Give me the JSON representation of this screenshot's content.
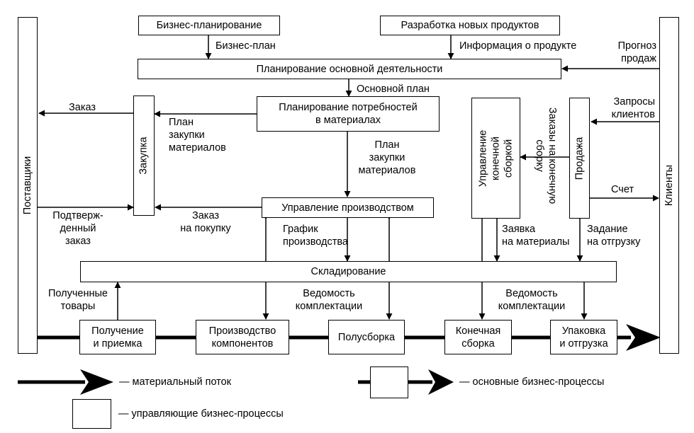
{
  "nodes": {
    "suppliers": "Поставщики",
    "clients": "Клиенты",
    "business_planning": "Бизнес-планирование",
    "new_products": "Разработка новых продуктов",
    "core_planning": "Планирование основной деятельности",
    "mrp": "Планирование потребностей\nв материалах",
    "purchasing": "Закупка",
    "production_mgmt": "Управление производством",
    "final_assembly_mgmt": "Управление\nконечной сборкой",
    "sales": "Продажа",
    "warehousing": "Складирование",
    "receiving": "Получение\nи приемка",
    "components_production": "Производство\nкомпонентов",
    "subassembly": "Полусборка",
    "final_assembly": "Конечная\nсборка",
    "packing_shipping": "Упаковка\nи отгрузка"
  },
  "labels": {
    "business_plan": "Бизнес-план",
    "product_info": "Информация о продукте",
    "sales_forecast": "Прогноз\nпродаж",
    "master_plan": "Основной план",
    "order": "Заказ",
    "purchase_plan_left": "План\nзакупки\nматериалов",
    "purchase_plan_center": "План\nзакупки\nматериалов",
    "client_requests": "Запросы\nклиентов",
    "final_assembly_orders": "Заказы на конечную\nсборку",
    "invoice": "Счет",
    "confirmed_order": "Подтверж-\nденный\nзаказ",
    "purchase_order": "Заказ\nна покупку",
    "production_schedule": "График\nпроизводства",
    "material_request": "Заявка\nна материалы",
    "shipping_task": "Задание\nна отгрузку",
    "received_goods": "Полученные\nтовары",
    "kitting_list_1": "Ведомость\nкомплектации",
    "kitting_list_2": "Ведомость\nкомплектации"
  },
  "legend": {
    "material_flow": "— материальный поток",
    "core_processes": "— основные бизнес-процессы",
    "control_processes": "— управляющие бизнес-процессы"
  }
}
